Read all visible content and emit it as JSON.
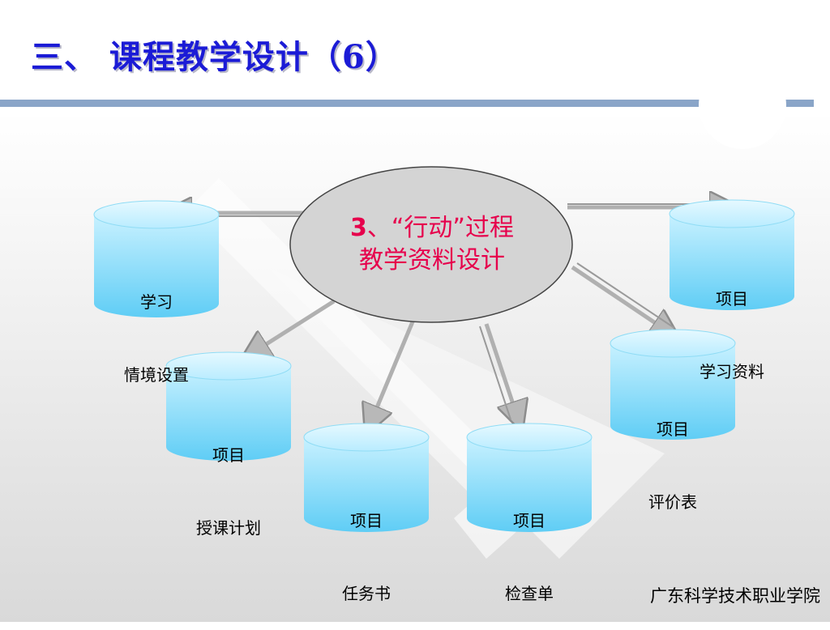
{
  "title": "三、 课程教学设计（6）",
  "center_node": {
    "number": "3",
    "line1_rest": "、“行动”过程",
    "line2": "教学资料设计"
  },
  "nodes": [
    {
      "id": "learning-situation",
      "line1": "学习",
      "line2": "情境设置"
    },
    {
      "id": "teaching-plan",
      "line1": "项目",
      "line2": "授课计划"
    },
    {
      "id": "task-book",
      "line1": "项目",
      "line2": "任务书"
    },
    {
      "id": "checklist",
      "line1": "项目",
      "line2": "检查单"
    },
    {
      "id": "evaluation-form",
      "line1": "项目",
      "line2": "评价表"
    },
    {
      "id": "learning-materials",
      "line1": "项目",
      "line2": "学习资料"
    }
  ],
  "footer": "广东科学技术职业学院",
  "colors": {
    "title": "#1b1bd6",
    "center_text": "#e6004c",
    "cylinder_top": "#c8f1ff",
    "cylinder_body": "#6fd4f7",
    "ellipse_fill": "#d4d4d4",
    "rule": "#8aa5c8"
  }
}
